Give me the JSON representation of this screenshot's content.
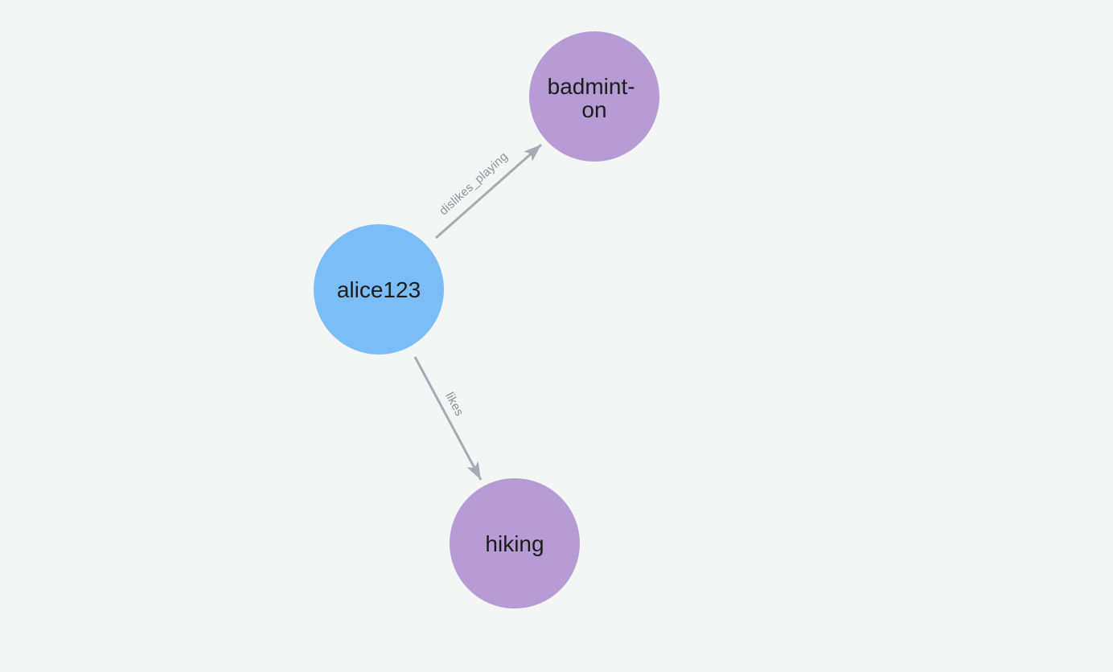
{
  "canvas": {
    "background_color": "#f4f5f5"
  },
  "graph": {
    "nodes": [
      {
        "id": "alice123",
        "label": "alice123",
        "color": "#7bbef7",
        "text_color": "#1c1c1c"
      },
      {
        "id": "badminton",
        "label": "badminton",
        "label_lines": [
          "badmint-",
          "on"
        ],
        "color": "#b69bd5",
        "text_color": "#1c1c1c"
      },
      {
        "id": "hiking",
        "label": "hiking",
        "color": "#b69bd5",
        "text_color": "#1c1c1c"
      }
    ],
    "edges": [
      {
        "from": "alice123",
        "to": "badminton",
        "label": "dislikes_playing",
        "color": "#a6aab2",
        "label_color": "#8d929b"
      },
      {
        "from": "alice123",
        "to": "hiking",
        "label": "likes",
        "color": "#a6aab2",
        "label_color": "#8d929b"
      }
    ]
  }
}
